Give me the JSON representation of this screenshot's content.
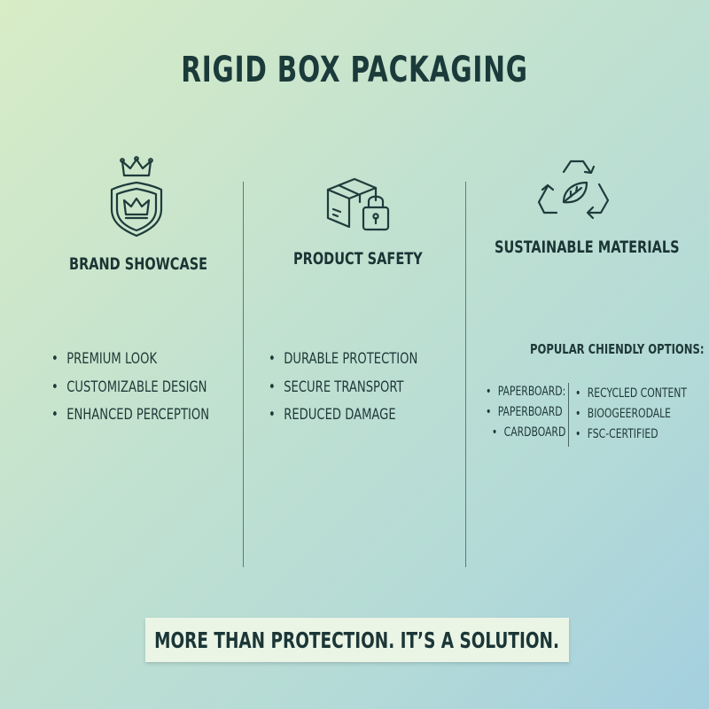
{
  "title": "RIGID BOX PACKAGING",
  "columns": [
    {
      "heading": "BRAND SHOWCASE",
      "icon": "crown-shield-icon",
      "bullets": [
        "PREMIUM LOOK",
        "CUSTOMIZABLE DESIGN",
        "ENHANCED PERCEPTION"
      ]
    },
    {
      "heading": "PRODUCT SAFETY",
      "icon": "box-lock-icon",
      "bullets": [
        "DURABLE PROTECTION",
        "SECURE TRANSPORT",
        "REDUCED DAMAGE"
      ]
    },
    {
      "heading": "SUSTAINABLE MATERIALS",
      "icon": "recycle-leaf-icon",
      "sub_heading": "POPULAR CHIENDLY OPTIONS:",
      "left_list": [
        "PAPERBOARD:",
        "PAPERBOARD",
        "CARDBOARD"
      ],
      "right_list": [
        "RECYCLED CONTENT",
        "BIOOGEERODALE",
        "FSC-CERTIFIED"
      ]
    }
  ],
  "banner": "MORE THAN PROTECTION. IT’S A SOLUTION.",
  "colors": {
    "text": "#1b3a3a",
    "banner_bg": "#eaf5e6",
    "background_start": "#d8ecc6",
    "background_end": "#a4cfdf"
  }
}
